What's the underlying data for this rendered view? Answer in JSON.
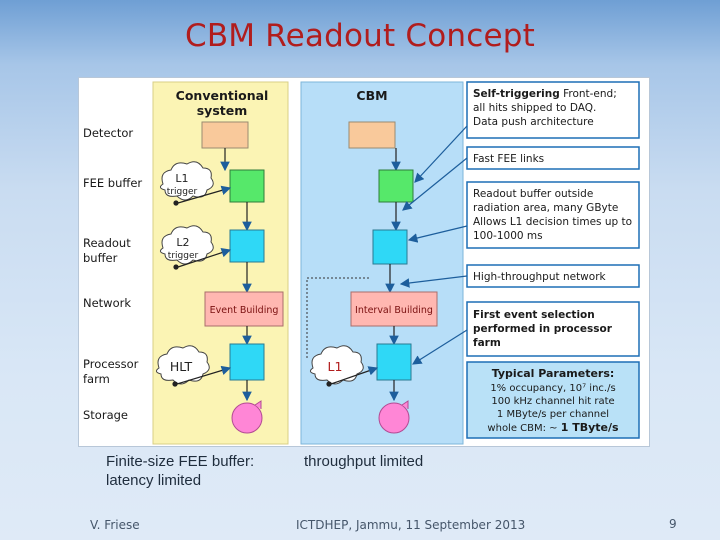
{
  "slide": {
    "title": "CBM Readout Concept",
    "caption_left": [
      "Finite-size FEE buffer:",
      "latency limited"
    ],
    "caption_right": "throughput limited",
    "footer_author": "V. Friese",
    "footer_event": "ICTDHEP, Jammu, 11 September 2013",
    "page_number": "9"
  },
  "diagram": {
    "rows": [
      "Detector",
      "FEE buffer",
      "Readout buffer",
      "Network",
      "Processor farm",
      "Storage"
    ],
    "conventional": {
      "title_line1": "Conventional",
      "title_line2": "system",
      "l1_trigger": [
        "L1",
        "trigger"
      ],
      "l2_trigger": [
        "L2",
        "trigger"
      ],
      "event_building": "Event Building",
      "hlt": "HLT"
    },
    "cbm": {
      "title": "CBM",
      "interval_building": "Interval Building",
      "l1": "L1"
    },
    "notes": {
      "self_triggering": [
        "Self-triggering Front-end;",
        "all hits shipped to DAQ.",
        "Data push architecture"
      ],
      "fast_fee": "Fast FEE links",
      "readout_buffer": [
        "Readout buffer outside",
        "radiation area, many GByte",
        "Allows L1 decision times up to",
        "100-1000 ms"
      ],
      "high_throughput": "High-throughput network",
      "first_selection": [
        "First event selection",
        "performed in processor",
        "farm"
      ],
      "typical_params": [
        "Typical Parameters:",
        "1% occupancy, 10⁷ inc./s",
        "100 kHz channel hit rate",
        "1 MByte/s per channel",
        "whole CBM: ~ 1 TByte/s"
      ]
    },
    "colors": {
      "conventional_bg": "#fbf4b4",
      "cbm_bg": "#b7def8",
      "detector": "#f9c99b",
      "fee": "#56e86a",
      "readout": "#2fd8f6",
      "building": "#ffb7b1",
      "storage": "#ff86d6",
      "note_border": "#1d6fb6",
      "params_bg": "#b9e1f7",
      "accent_red": "#b11d1d"
    }
  }
}
